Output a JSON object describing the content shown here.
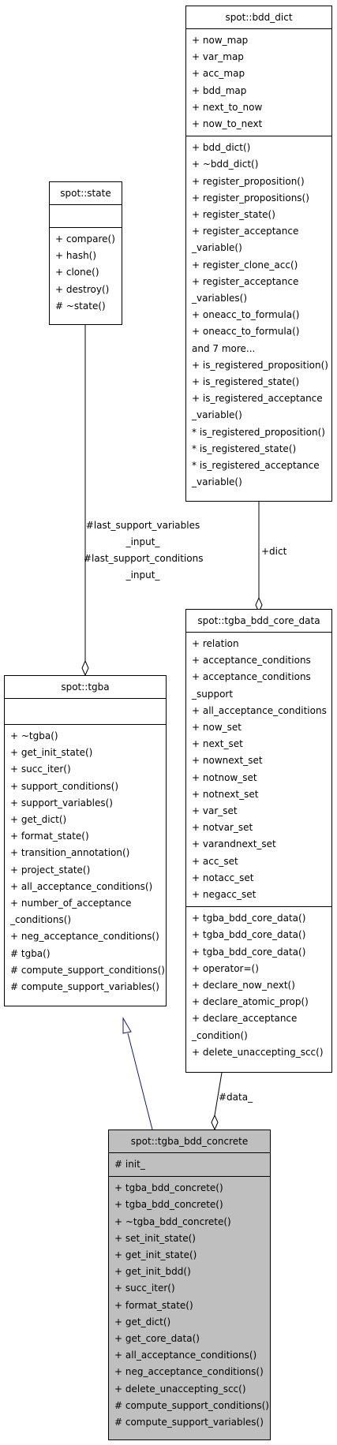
{
  "classes": {
    "bdd_dict": {
      "name": "spot::bdd_dict",
      "attributes": [
        "+ now_map",
        "+ var_map",
        "+ acc_map",
        "+ bdd_map",
        "+ next_to_now",
        "+ now_to_next"
      ],
      "methods": [
        "+ bdd_dict()",
        "+ ~bdd_dict()",
        "+ register_proposition()",
        "+ register_propositions()",
        "+ register_state()",
        "+ register_acceptance",
        "_variable()",
        "+ register_clone_acc()",
        "+ register_acceptance",
        "_variables()",
        "+ oneacc_to_formula()",
        "+ oneacc_to_formula()",
        "and 7 more...",
        "+ is_registered_proposition()",
        "+ is_registered_state()",
        "+ is_registered_acceptance",
        "_variable()",
        "* is_registered_proposition()",
        "* is_registered_state()",
        "* is_registered_acceptance",
        "_variable()"
      ]
    },
    "state": {
      "name": "spot::state",
      "attributes": [],
      "methods": [
        "+ compare()",
        "+ hash()",
        "+ clone()",
        "+ destroy()",
        "# ~state()"
      ]
    },
    "tgba": {
      "name": "spot::tgba",
      "attributes": [],
      "methods": [
        "+ ~tgba()",
        "+ get_init_state()",
        "+ succ_iter()",
        "+ support_conditions()",
        "+ support_variables()",
        "+ get_dict()",
        "+ format_state()",
        "+ transition_annotation()",
        "+ project_state()",
        "+ all_acceptance_conditions()",
        "+ number_of_acceptance",
        "_conditions()",
        "+ neg_acceptance_conditions()",
        "# tgba()",
        "# compute_support_conditions()",
        "# compute_support_variables()"
      ]
    },
    "core_data": {
      "name": "spot::tgba_bdd_core_data",
      "attributes": [
        "+ relation",
        "+ acceptance_conditions",
        "+ acceptance_conditions",
        "_support",
        "+ all_acceptance_conditions",
        "+ now_set",
        "+ next_set",
        "+ nownext_set",
        "+ notnow_set",
        "+ notnext_set",
        "+ var_set",
        "+ notvar_set",
        "+ varandnext_set",
        "+ acc_set",
        "+ notacc_set",
        "+ negacc_set"
      ],
      "methods": [
        "+ tgba_bdd_core_data()",
        "+ tgba_bdd_core_data()",
        "+ tgba_bdd_core_data()",
        "+ operator=()",
        "+ declare_now_next()",
        "+ declare_atomic_prop()",
        "+ declare_acceptance",
        "_condition()",
        "+ delete_unaccepting_scc()"
      ]
    },
    "concrete": {
      "name": "spot::tgba_bdd_concrete",
      "attributes": [
        "# init_"
      ],
      "methods": [
        "+ tgba_bdd_concrete()",
        "+ tgba_bdd_concrete()",
        "+ ~tgba_bdd_concrete()",
        "+ set_init_state()",
        "+ get_init_state()",
        "+ get_init_bdd()",
        "+ succ_iter()",
        "+ format_state()",
        "+ get_dict()",
        "+ get_core_data()",
        "+ all_acceptance_conditions()",
        "+ neg_acceptance_conditions()",
        "+ delete_unaccepting_scc()",
        "# compute_support_conditions()",
        "# compute_support_variables()"
      ]
    }
  },
  "edges": {
    "state_to_tgba": [
      "#last_support_variables",
      "_input_",
      "#last_support_conditions",
      "_input_"
    ],
    "dict_to_core": [
      "+dict"
    ],
    "core_to_concrete": [
      "#data_"
    ]
  },
  "colors": {
    "line": "#000000",
    "inheritance": "#191970",
    "highlight": "#bfbfbf"
  }
}
